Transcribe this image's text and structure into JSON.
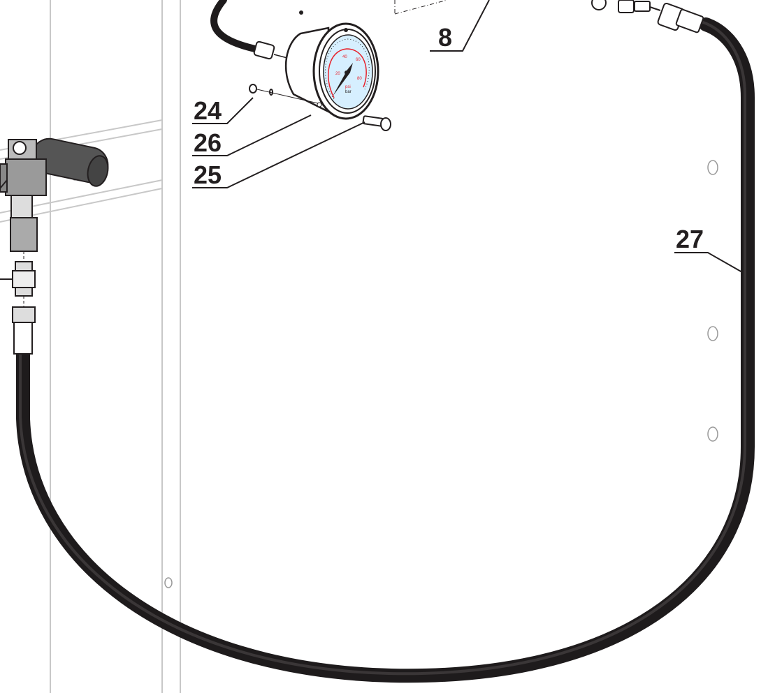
{
  "callouts": {
    "c8": "8",
    "c24": "24",
    "c26": "26",
    "c25": "25",
    "c27": "27"
  },
  "gauge": {
    "unit_psi": "psi",
    "unit_bar": "bar",
    "ticks": [
      "20",
      "40",
      "60",
      "80"
    ]
  },
  "colors": {
    "ink": "#231f20",
    "panel": "#c8c8c8",
    "dial": "#d6efff",
    "scale": "#e8202a",
    "hose": "#1e1b1c"
  }
}
